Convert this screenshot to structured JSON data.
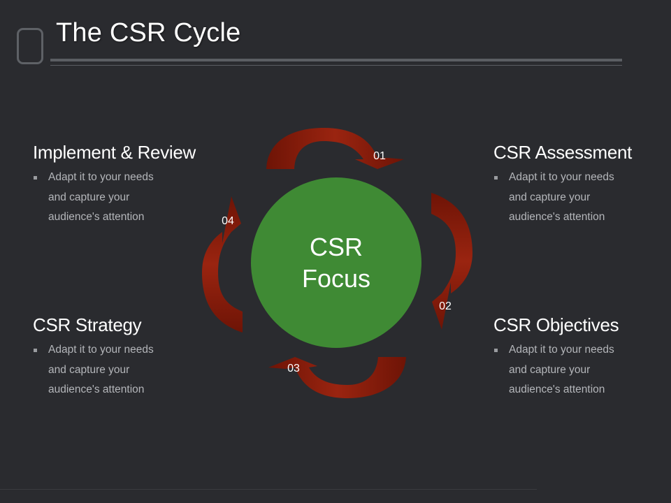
{
  "slide": {
    "title": "The CSR Cycle"
  },
  "center": {
    "line1": "CSR",
    "line2": "Focus",
    "color": "#3f8a34"
  },
  "arrow_color": "#8b1a0a",
  "steps": [
    {
      "number": "01",
      "heading": "CSR Assessment",
      "bullet": "Adapt it to your needs and capture your audience's attention"
    },
    {
      "number": "02",
      "heading": "CSR Objectives",
      "bullet": "Adapt it to your needs and capture your audience's attention"
    },
    {
      "number": "03",
      "heading": "CSR Strategy",
      "bullet": "Adapt it to your needs and capture your audience's attention"
    },
    {
      "number": "04",
      "heading": "Implement & Review",
      "bullet": "Adapt it to your needs and capture your audience's attention"
    }
  ]
}
